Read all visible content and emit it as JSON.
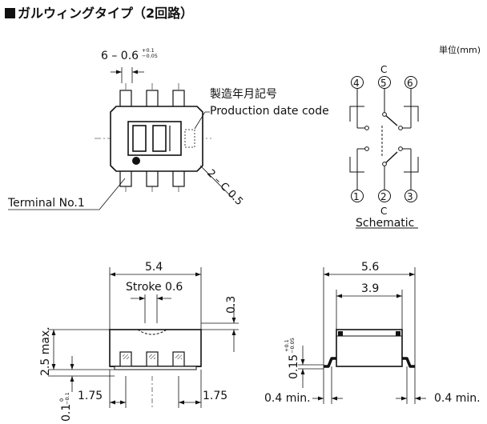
{
  "header": {
    "title": "ガルウィングタイプ（2回路）"
  },
  "unit_label": "単位(mm)",
  "top_view": {
    "pitch_label": "6 – 0.6",
    "pitch_tol_upper": "+0.1",
    "pitch_tol_lower": "−0.05",
    "date_code_jp": "製造年月記号",
    "date_code_en": "Production date code",
    "terminal_label": "Terminal No.1",
    "chamfer_label": "2 – C 0.5"
  },
  "schematic": {
    "pins_top": [
      "4",
      "5",
      "6"
    ],
    "pins_bottom": [
      "1",
      "2",
      "3"
    ],
    "common_top": "C",
    "common_bottom": "C",
    "caption": "Schematic"
  },
  "front_view": {
    "width_label": "5.4",
    "stroke_label": "Stroke 0.6",
    "lever_height_label": "0.3",
    "height_label": "2.5 max.",
    "margin_left_label": "1.75",
    "margin_right_label": "1.75",
    "standoff_label": "0.1",
    "standoff_tol_upper": "0",
    "standoff_tol_lower": "−0.1"
  },
  "side_view": {
    "total_width_label": "5.6",
    "body_width_label": "3.9",
    "thickness_label": "0.15",
    "thickness_tol_upper": "+0.1",
    "thickness_tol_lower": "−0.05",
    "lead_left_label": "0.4 min.",
    "lead_right_label": "0.4 min."
  }
}
